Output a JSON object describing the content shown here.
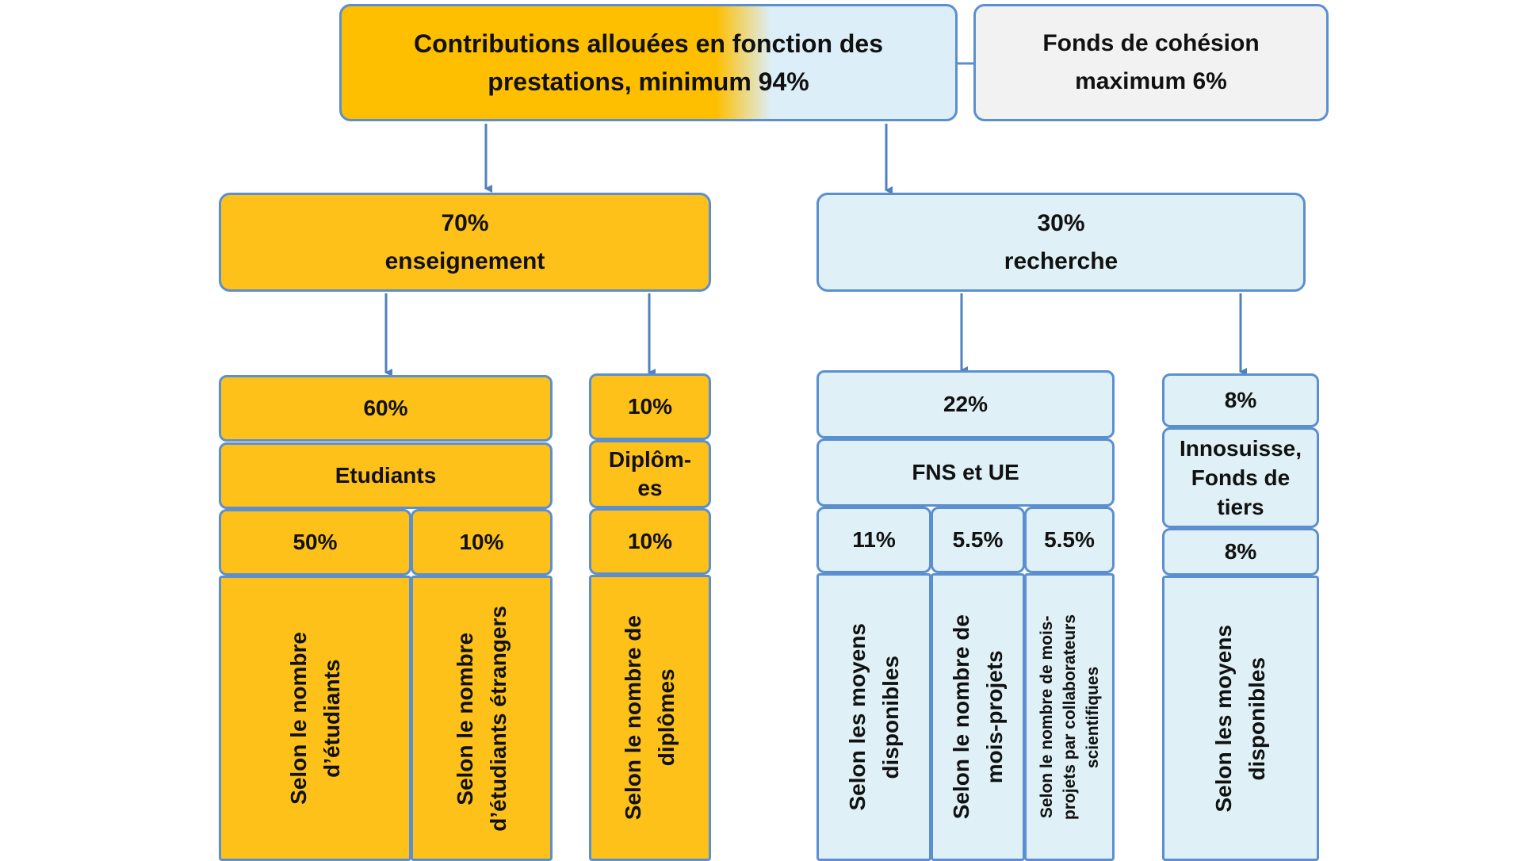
{
  "top": {
    "performance_title_line1": "Contributions allouées en fonction des",
    "performance_title_line2": "prestations, minimum 94%",
    "cohesion_line1": "Fonds de cohésion",
    "cohesion_line2": "maximum 6%"
  },
  "teaching": {
    "percent": "70%",
    "label": "enseignement",
    "students": {
      "percent": "60%",
      "label": "Etudiants",
      "split": [
        {
          "percent": "50%",
          "criterion_line1": "Selon le nombre",
          "criterion_line2": "d’étudiants"
        },
        {
          "percent": "10%",
          "criterion_line1": "Selon le nombre",
          "criterion_line2": "d’étudiants étrangers"
        }
      ]
    },
    "diplomas": {
      "percent": "10%",
      "label_line1": "Diplôm-",
      "label_line2": "es",
      "sub_percent": "10%",
      "criterion_line1": "Selon le nombre de",
      "criterion_line2": "diplômes"
    }
  },
  "research": {
    "percent": "30%",
    "label": "recherche",
    "fns": {
      "percent": "22%",
      "label": "FNS et UE",
      "split": [
        {
          "percent": "11%",
          "criterion_line1": "Selon les moyens",
          "criterion_line2": "disponibles"
        },
        {
          "percent": "5.5%",
          "criterion_line1": "Selon le nombre de",
          "criterion_line2": "mois-projets"
        },
        {
          "percent": "5.5%",
          "criterion_line1": "Selon le nombre de mois-",
          "criterion_line2": "projets par collaborateurs",
          "criterion_line3": "scientifiques"
        }
      ]
    },
    "innosuisse": {
      "percent": "8%",
      "label_line1": "Innosuisse,",
      "label_line2": "Fonds de",
      "label_line3": "tiers",
      "sub_percent": "8%",
      "criterion_line1": "Selon les moyens",
      "criterion_line2": "disponibles"
    }
  },
  "colors": {
    "teaching_fill": "#fdc11a",
    "research_fill": "#dff0f7",
    "cohesion_fill": "#f2f2f2",
    "border": "#5b8fd0"
  }
}
